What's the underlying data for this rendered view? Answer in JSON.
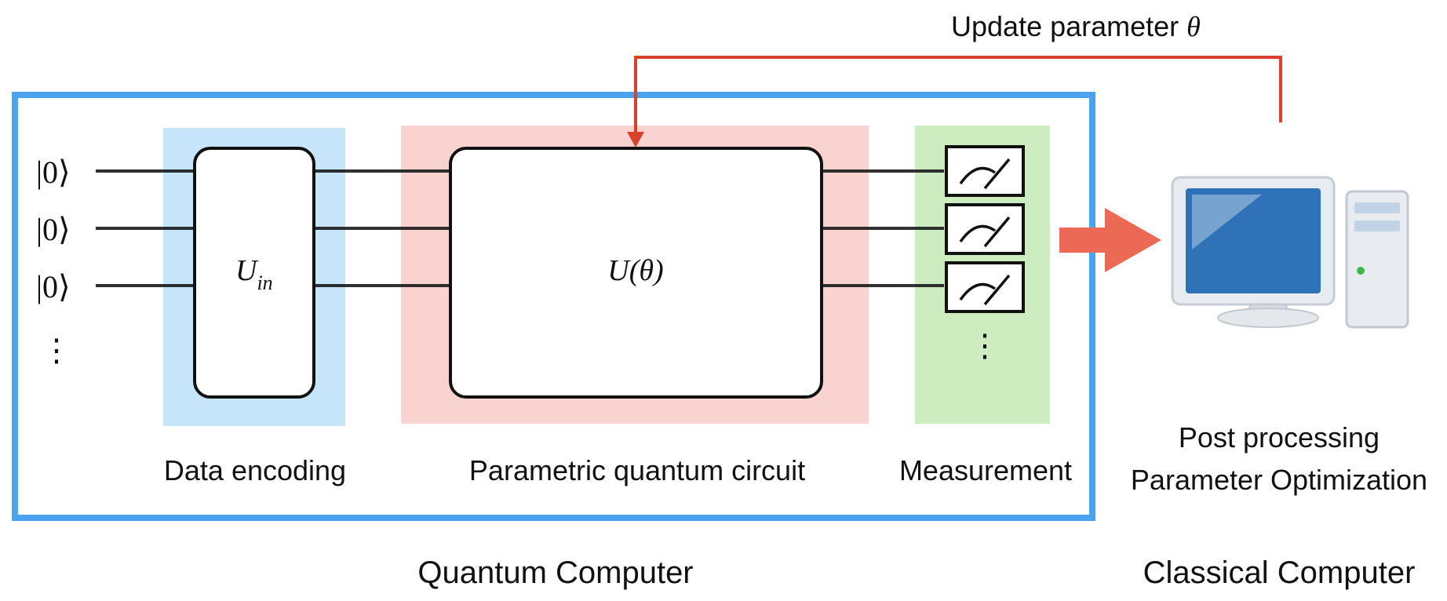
{
  "feedback": {
    "label_prefix": "Update parameter ",
    "theta_symbol": "θ"
  },
  "qubits": {
    "ket": [
      "|0⟩",
      "|0⟩",
      "|0⟩"
    ],
    "ellipsis": "⋮"
  },
  "encoding": {
    "gate_symbol": "U",
    "gate_subscript": "in",
    "label": "Data encoding"
  },
  "circuit": {
    "gate_label": "U(θ)",
    "label": "Parametric quantum circuit"
  },
  "measurement": {
    "label": "Measurement",
    "ellipsis": "⋮",
    "meter_icon": "gauge-meter-icon"
  },
  "quantum_computer": {
    "label": "Quantum Computer"
  },
  "classical_computer": {
    "line1": "Post processing",
    "line2": "Parameter Optimization",
    "label": "Classical Computer",
    "icon": "desktop-computer-icon"
  },
  "colors": {
    "frame_blue": "#4aa3ef",
    "encoding_bg": "#c6e4fa",
    "circuit_bg": "#f8d3cf",
    "measurement_bg": "#cdecbf",
    "feedback_red": "#d9412c",
    "flow_arrow": "#ec6a55",
    "wire": "#1a1a1a",
    "screen_blue": "#2f72b8"
  }
}
